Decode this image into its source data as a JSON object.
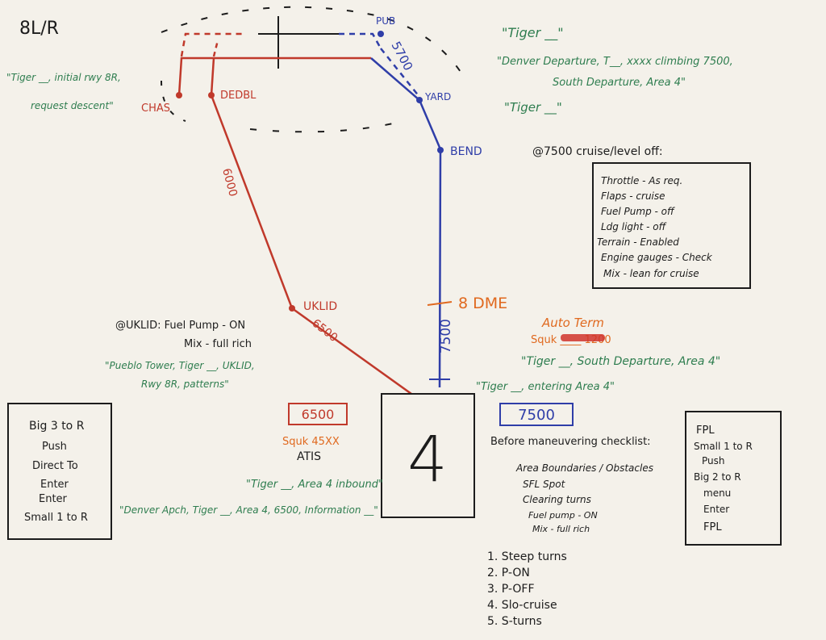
{
  "colors": {
    "red": "#c0392b",
    "blue": "#2f3ea8",
    "green": "#2e7d4f",
    "orange": "#e0691f",
    "black": "#1c1c1c",
    "paper": "#f4f1ea"
  },
  "title": "8L/R",
  "waypoints": {
    "pub": "PUB",
    "yard": "YARD",
    "bend": "BEND",
    "chas": "CHAS",
    "dedbl": "DEDBL",
    "uklid": "UKLID"
  },
  "route_labels": {
    "alt_5700": "5700",
    "alt_6000": "6000",
    "alt_6500": "6500",
    "alt_7500": "7500",
    "dme": "8 DME"
  },
  "calls_top_right": [
    "\"Tiger __\"",
    "\"Denver Departure, T__, xxxx climbing 7500,",
    "South Departure, Area 4\"",
    "\"Tiger __\""
  ],
  "call_left": [
    "\"Tiger __, initial rwy 8R,",
    "request descent\""
  ],
  "cruise_title": "@7500 cruise/level off:",
  "cruise_checklist": [
    "Throttle - As req.",
    "Flaps - cruise",
    "Fuel Pump - off",
    "Ldg light - off",
    "Terrain - Enabled",
    "Engine gauges - Check",
    "Mix - lean for cruise"
  ],
  "uklid_note": [
    "@UKLID: Fuel Pump - ON",
    "Mix - full rich"
  ],
  "pueblo_call": [
    "\"Pueblo Tower, Tiger __, UKLID,",
    "Rwy 8R, patterns\""
  ],
  "auto_term": "Auto Term",
  "squawk_1200": "Squk ____ 1200",
  "south_dep_call": "\"Tiger __, South Departure, Area 4\"",
  "entering_call": "\"Tiger __, entering Area 4\"",
  "box_6500": "6500",
  "box_7500": "7500",
  "squawk_45xx": "Squk 45XX",
  "atis": "ATIS",
  "area_number": "4",
  "area4_call": "\"Tiger __, Area 4 inbound\"",
  "approach_call": "\"Denver Apch, Tiger __, Area 4, 6500, Information __\"",
  "big3_box": [
    "Big 3 to R",
    "Push",
    "Direct To",
    "Enter",
    "Enter",
    "Small 1 to R"
  ],
  "fpl_box": [
    "FPL",
    "Small 1 to R",
    "Push",
    "Big 2 to R",
    "menu",
    "Enter",
    "FPL"
  ],
  "maneuver_title": "Before maneuvering checklist:",
  "maneuver_items": [
    "Area Boundaries / Obstacles",
    "SFL Spot",
    "Clearing turns",
    "Fuel pump - ON",
    "Mix - full rich"
  ],
  "maneuvers_list": [
    "1. Steep turns",
    "2. P-ON",
    "3. P-OFF",
    "4. Slo-cruise",
    "5. S-turns"
  ]
}
